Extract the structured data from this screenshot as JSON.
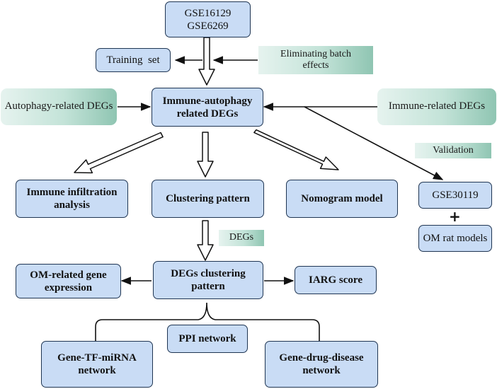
{
  "nodes": {
    "gse_source": [
      "GSE16129",
      "GSE6269"
    ],
    "training_set": "Training  set",
    "immune_autophagy_degs": [
      "Immune-autophagy",
      "related DEGs"
    ],
    "immune_infiltration": [
      "Immune infiltration",
      "analysis"
    ],
    "clustering_pattern": "Clustering pattern",
    "nomogram_model": "Nomogram model",
    "gse30119": "GSE30119",
    "om_rat_models": "OM rat models",
    "degs_clustering_pattern": [
      "DEGs clustering",
      "pattern"
    ],
    "om_related_gene_expression": [
      "OM-related gene",
      "expression"
    ],
    "iarg_score": "IARG score",
    "ppi_network": "PPI network",
    "gene_tf_mirna_network": [
      "Gene-TF-miRNA",
      "network"
    ],
    "gene_drug_disease_network": [
      "Gene-drug-disease",
      "network"
    ]
  },
  "tags": {
    "eliminating_batch_effects": [
      "Eliminating batch",
      "effects"
    ],
    "autophagy_related_degs": "Autophagy-related DEGs",
    "immune_related_degs": "Immune-related DEGs",
    "validation": "Validation",
    "degs": "DEGs"
  },
  "symbols": {
    "plus": "+"
  },
  "colors": {
    "box_fill": "#c9dcf5",
    "box_border": "#1f3552",
    "tag_fill_light": "#e6f3ef",
    "tag_fill_dark": "#8fc5b2",
    "arrow": "#111111"
  }
}
